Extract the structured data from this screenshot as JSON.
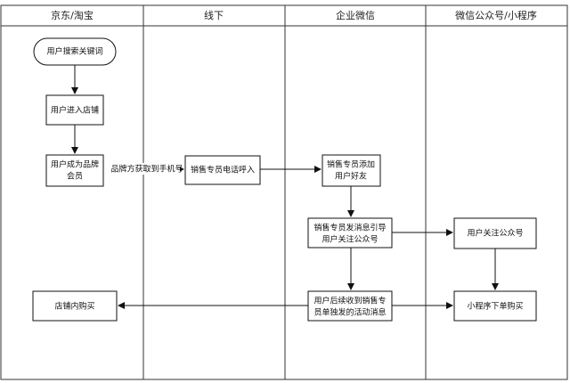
{
  "lanes": [
    {
      "id": "jd",
      "title": "京东/淘宝"
    },
    {
      "id": "offline",
      "title": "线下"
    },
    {
      "id": "wecom",
      "title": "企业微信"
    },
    {
      "id": "wechat",
      "title": "微信公众号/小程序"
    }
  ],
  "nodes": {
    "search": {
      "lines": [
        "用户搜索关键词"
      ],
      "shape": "pill"
    },
    "enter_store": {
      "lines": [
        "用户进入店铺"
      ],
      "shape": "rect"
    },
    "become_member": {
      "lines": [
        "用户成为品牌",
        "会员"
      ],
      "shape": "rect"
    },
    "sales_call": {
      "lines": [
        "销售专员电话呼入"
      ],
      "shape": "rect"
    },
    "add_friend": {
      "lines": [
        "销售专员添加",
        "用户好友"
      ],
      "shape": "rect"
    },
    "send_msg": {
      "lines": [
        "销售专员发消息引导",
        "用户关注公众号"
      ],
      "shape": "rect"
    },
    "follow_oa": {
      "lines": [
        "用户关注公众号"
      ],
      "shape": "rect"
    },
    "receive_msg": {
      "lines": [
        "用户后续收到销售专",
        "员单独发的活动消息"
      ],
      "shape": "rect"
    },
    "store_buy": {
      "lines": [
        "店铺内购买"
      ],
      "shape": "rect"
    },
    "mini_buy": {
      "lines": [
        "小程序下单购买"
      ],
      "shape": "rect"
    }
  },
  "edges": {
    "phone_label": "品牌方获取到手机号"
  }
}
